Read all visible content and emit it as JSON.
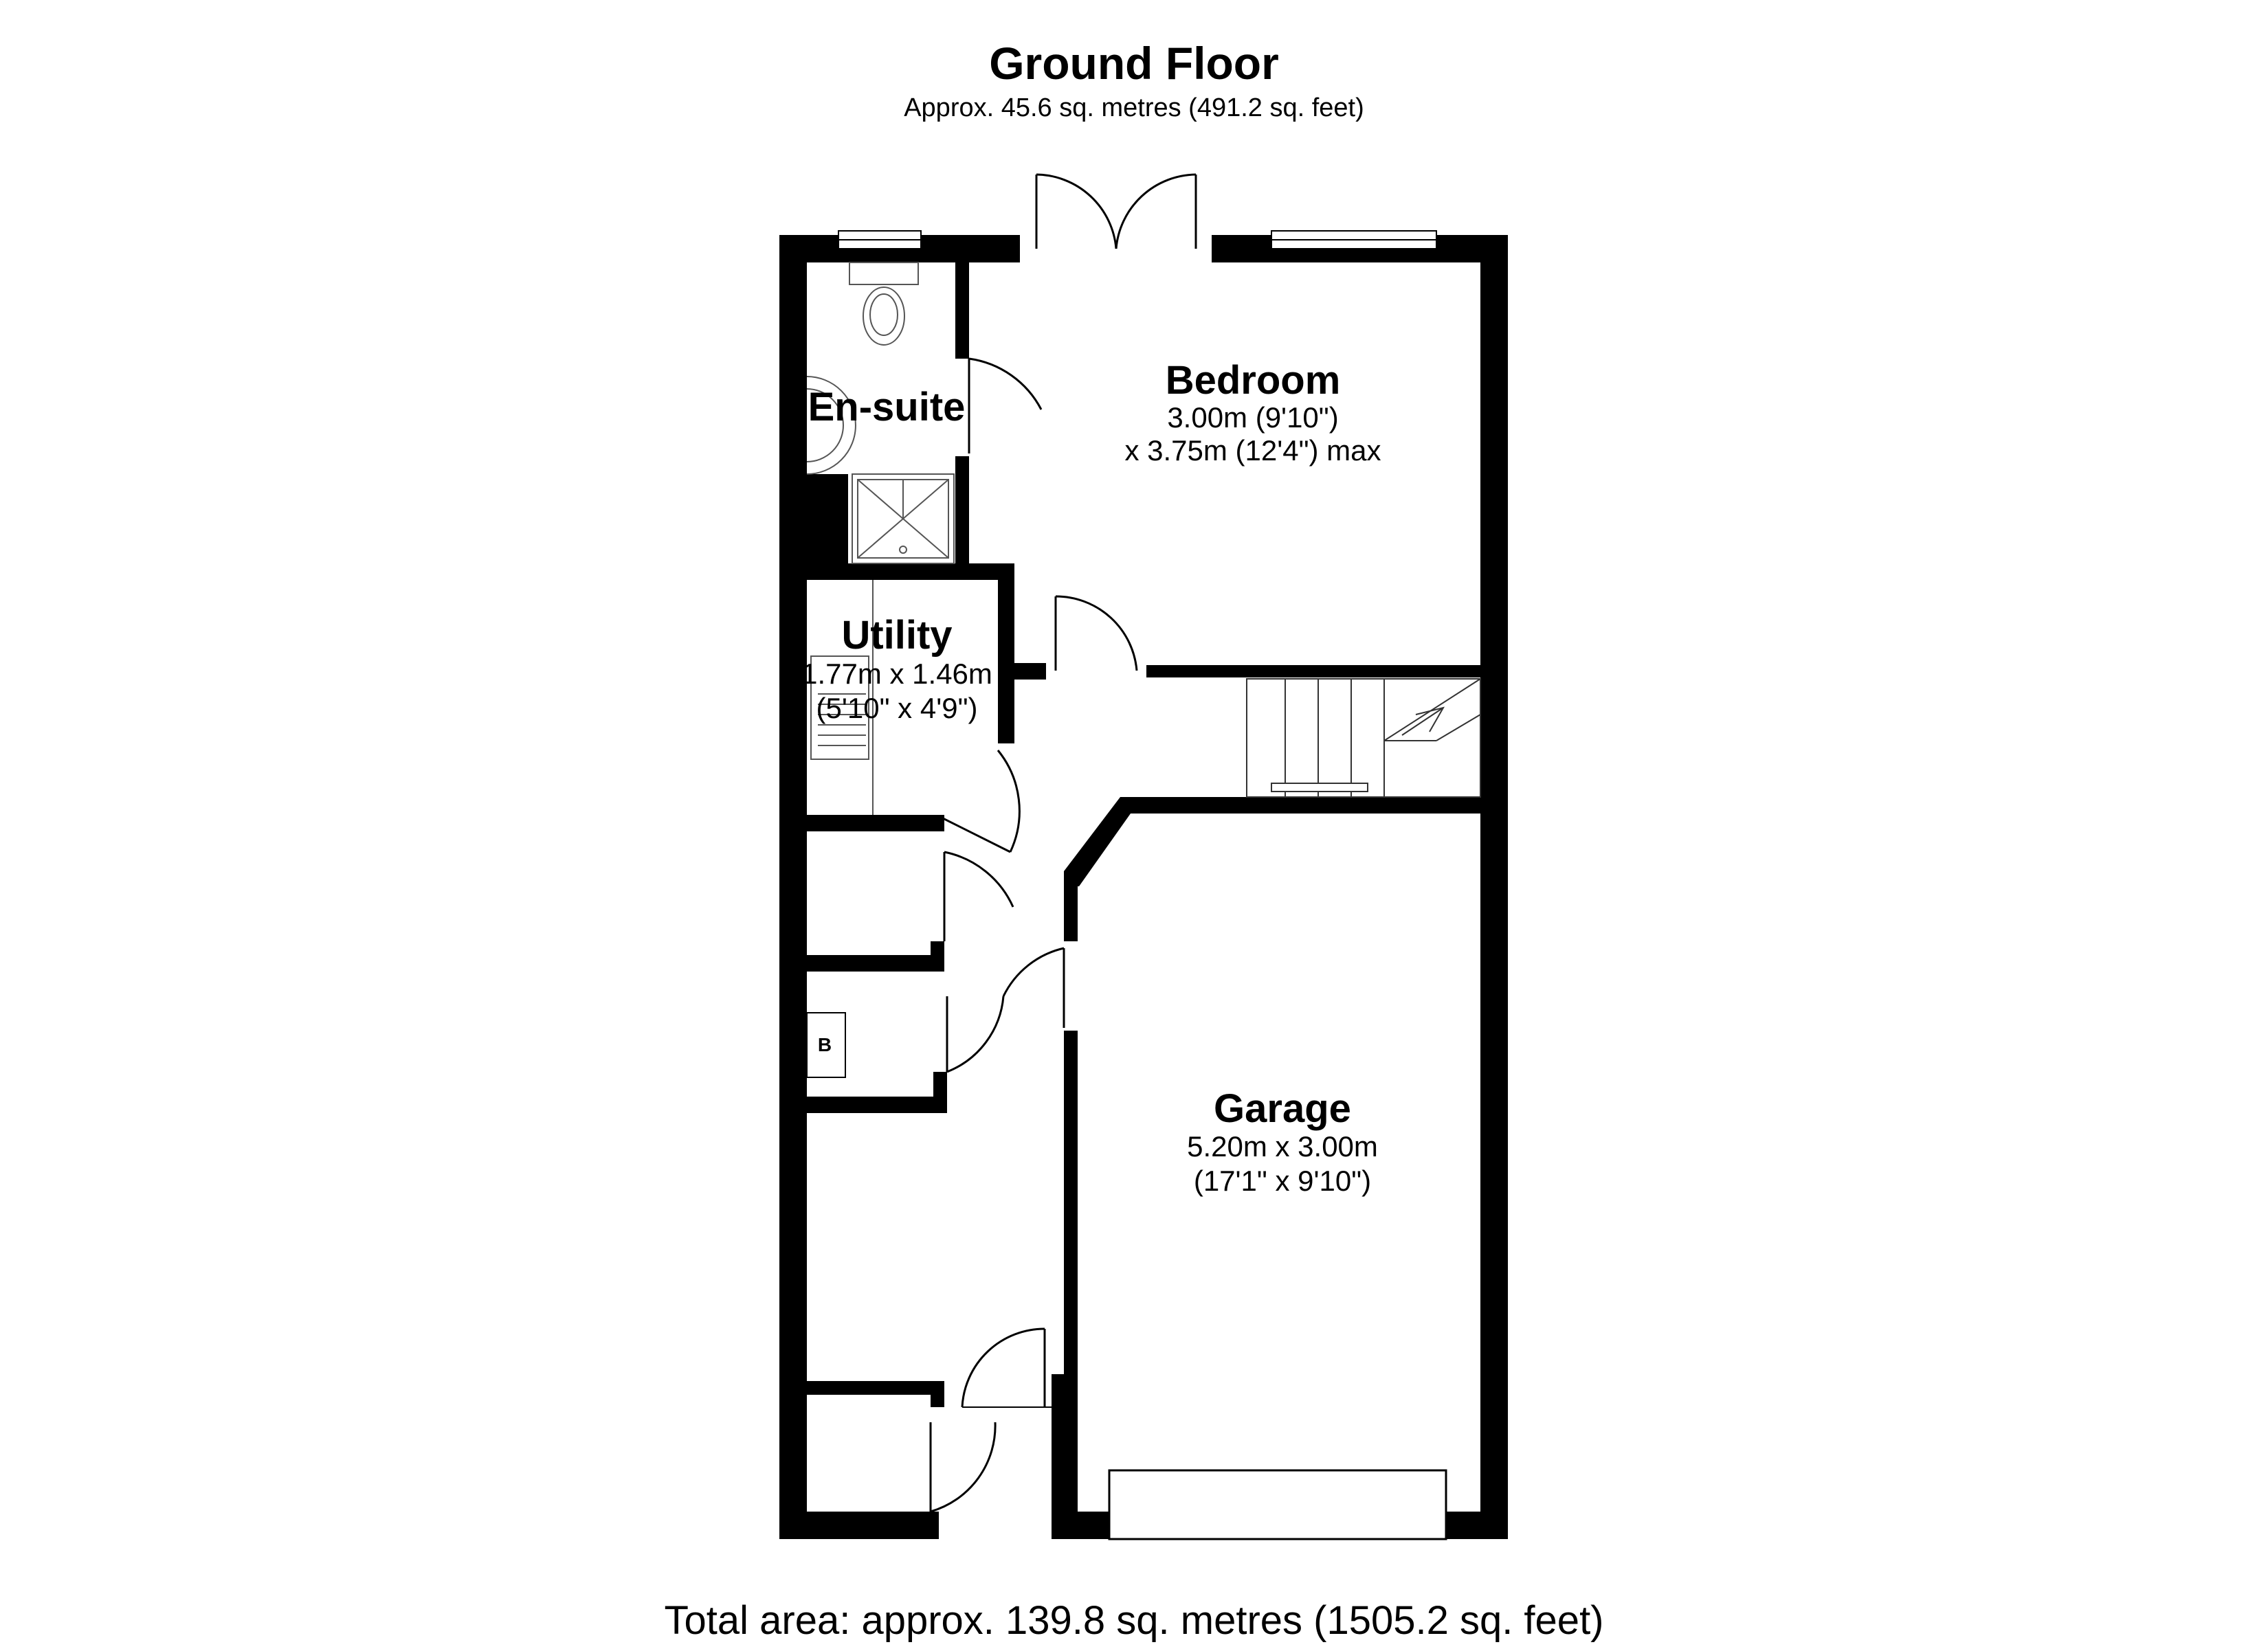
{
  "header": {
    "title": "Ground Floor",
    "subtitle": "Approx. 45.6 sq. metres (491.2 sq. feet)"
  },
  "rooms": {
    "bedroom": {
      "name": "Bedroom",
      "dim_line1": "3.00m (9'10\")",
      "dim_line2": "x 3.75m (12'4\") max"
    },
    "ensuite": {
      "name": "En-suite"
    },
    "utility": {
      "name": "Utility",
      "dim_line1": "1.77m x 1.46m",
      "dim_line2": "(5'10\" x 4'9\")"
    },
    "garage": {
      "name": "Garage",
      "dim_line1": "5.20m x 3.00m",
      "dim_line2": "(17'1\" x 9'10\")"
    },
    "boiler": {
      "label": "B"
    }
  },
  "footer": {
    "total_area": "Total area: approx. 139.8 sq. metres (1505.2 sq. feet)"
  },
  "colors": {
    "wall": "#000000",
    "background": "#ffffff",
    "fixture_line": "#555555"
  }
}
